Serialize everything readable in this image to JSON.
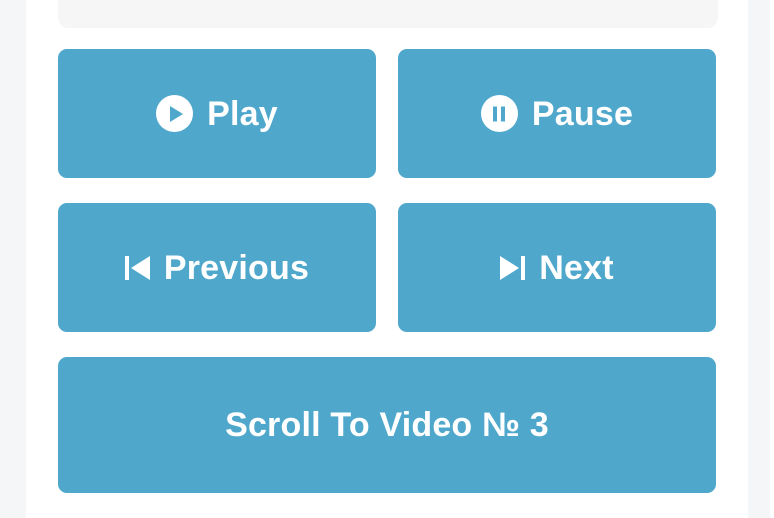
{
  "theme": {
    "page_background": "#f5f6f8",
    "card_background": "#ffffff",
    "panel_background": "#f6f6f7",
    "button_color": "#4fa8cc",
    "button_text_color": "#ffffff"
  },
  "controls": {
    "rows": [
      [
        {
          "label": "Play",
          "icon": "play-circle-icon"
        },
        {
          "label": "Pause",
          "icon": "pause-circle-icon"
        }
      ],
      [
        {
          "label": "Previous",
          "icon": "skip-previous-icon"
        },
        {
          "label": "Next",
          "icon": "skip-next-icon"
        }
      ]
    ],
    "scroll_button": {
      "label": "Scroll To Video № 3"
    }
  }
}
